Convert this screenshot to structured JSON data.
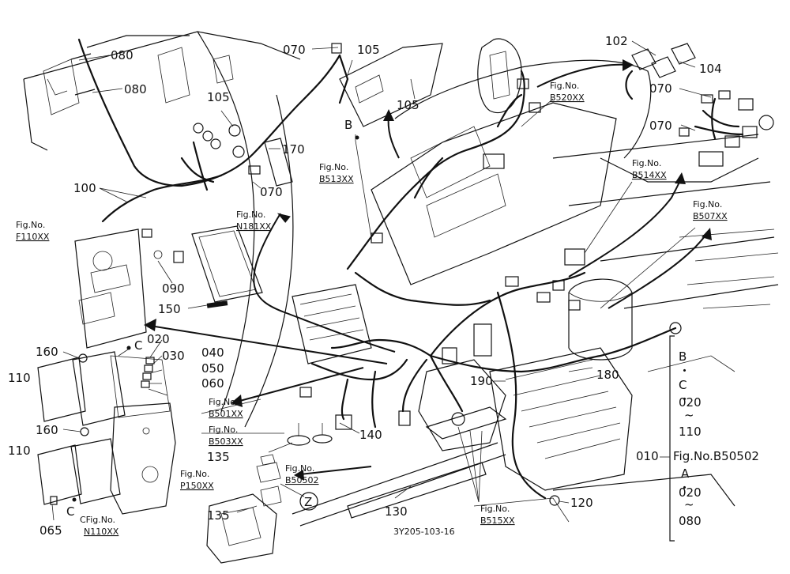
{
  "drawing_code": "3Y205-103-16",
  "callouts": {
    "p080a": "080",
    "p080b": "080",
    "p070a": "070",
    "p105a": "105",
    "p105b": "105",
    "p105c": "105",
    "p170": "170",
    "p070b": "070",
    "p100": "100",
    "p090": "090",
    "p150": "150",
    "p160a": "160",
    "p110a": "110",
    "p020": "020",
    "p030": "030",
    "p040": "040",
    "p050": "050",
    "p060": "060",
    "p160b": "160",
    "p110b": "110",
    "p065": "065",
    "p135a": "135",
    "p135b": "135",
    "p140": "140",
    "p130": "130",
    "p120": "120",
    "p180": "180",
    "p190": "190",
    "p102": "102",
    "p104": "104",
    "p070c": "070",
    "p070d": "070",
    "B": "B",
    "C1": "C",
    "C2": "C",
    "Z": "Z"
  },
  "fig_refs": [
    {
      "line1": "Fig.No.",
      "line2": "F110XX"
    },
    {
      "line1": "Fig.No.",
      "line2": "N181XX"
    },
    {
      "line1": "Fig.No.",
      "line2": "B513XX"
    },
    {
      "line1": "Fig.No.",
      "line2": "B520XX"
    },
    {
      "line1": "Fig.No.",
      "line2": "B514XX"
    },
    {
      "line1": "Fig.No.",
      "line2": "B507XX"
    },
    {
      "line1": "Fig.No.",
      "line2": "B501XX"
    },
    {
      "line1": "Fig.No.",
      "line2": "B503XX"
    },
    {
      "line1": "Fig.No.",
      "line2": "P150XX"
    },
    {
      "line1": "Fig.No.",
      "line2": "B50502"
    },
    {
      "line1": "CFig.No.",
      "line2": "N110XX"
    },
    {
      "line1": "Fig.No.",
      "line2": "B515XX"
    }
  ],
  "legend": {
    "top": "B",
    "dot1": "・",
    "c": "C",
    "dot2": "・",
    "v020": "020",
    "tilde1": "~",
    "v110": "110",
    "ref_no": "010",
    "ref_fig": "Fig.No.B50502",
    "a": "A",
    "dot3": "・",
    "v020b": "020",
    "tilde2": "~",
    "v080": "080"
  }
}
